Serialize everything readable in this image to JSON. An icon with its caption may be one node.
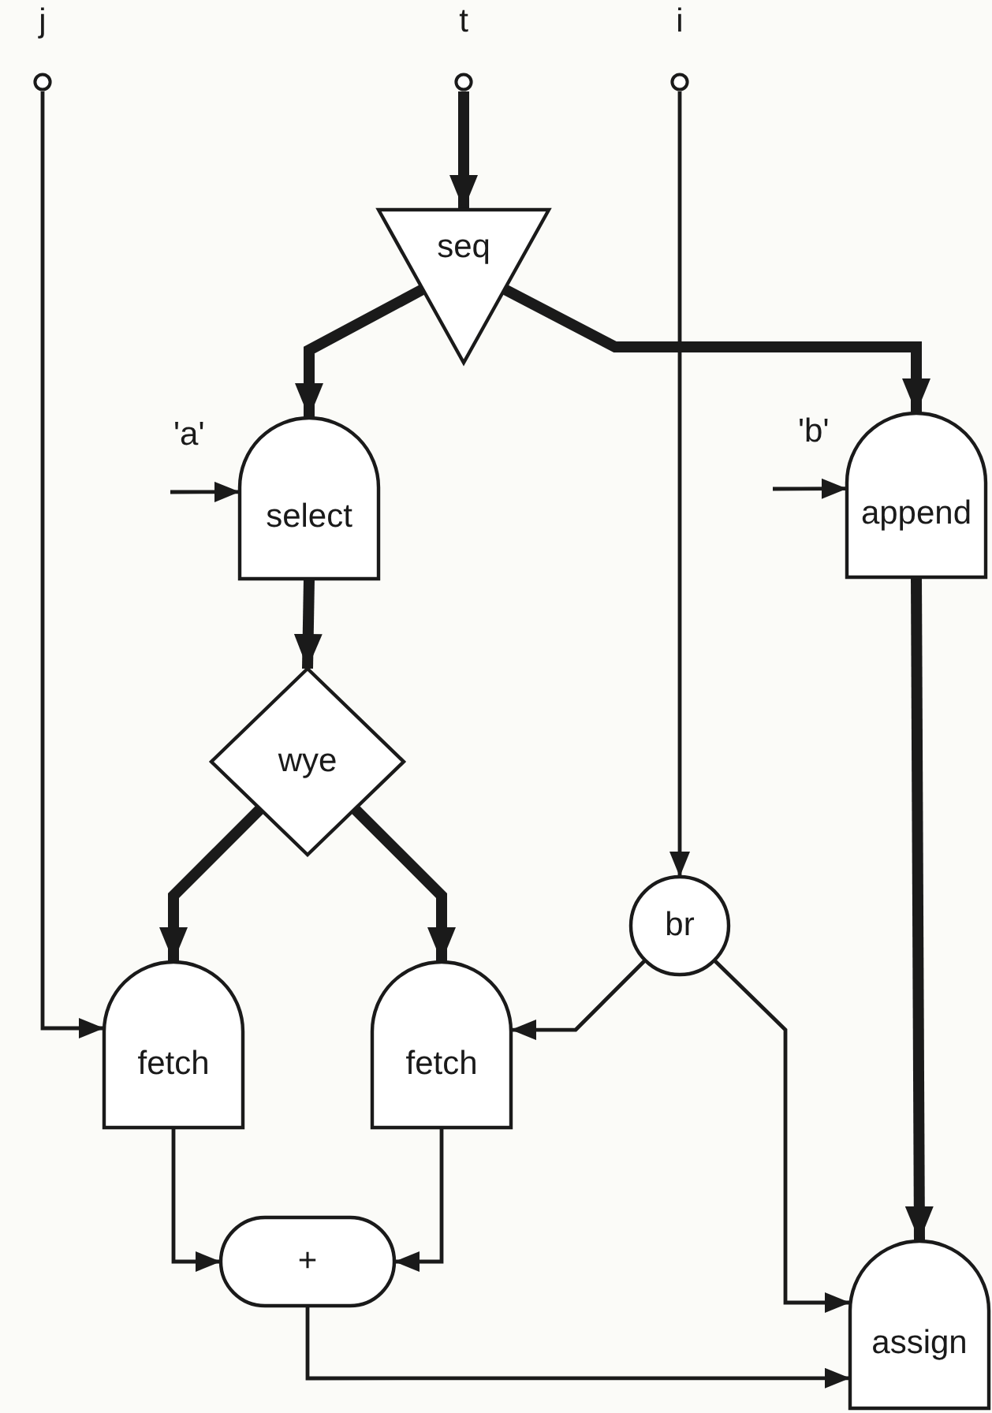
{
  "diagram": {
    "nodes": [
      {
        "text": [
          "j"
        ]
      },
      {
        "text": [
          "t"
        ]
      },
      {
        "text": [
          "i"
        ]
      },
      {
        "text": [
          "seq"
        ]
      },
      {
        "text": [
          "select"
        ]
      },
      {
        "text": [
          "append"
        ]
      },
      {
        "text": [
          "wye"
        ]
      },
      {
        "text": [
          "br"
        ]
      },
      {
        "text": [
          "fetch"
        ]
      },
      {
        "text": [
          "fetch"
        ]
      },
      {
        "text": [
          "+"
        ]
      },
      {
        "text": [
          "assign"
        ]
      }
    ],
    "edges": [
      {
        "from": 0,
        "to": 8,
        "arrow": "to"
      },
      {
        "from": 1,
        "to": 3,
        "arrow": "to",
        "style": "thick"
      },
      {
        "from": 2,
        "to": 7,
        "arrow": "to"
      },
      {
        "from": 3,
        "to": 4,
        "arrow": "to",
        "style": "thick"
      },
      {
        "from": 3,
        "to": 5,
        "arrow": "to",
        "style": "thick"
      },
      {
        "from": null,
        "to": 4,
        "arrow": "to"
      },
      {
        "from": null,
        "to": 5,
        "arrow": "to"
      },
      {
        "from": 4,
        "to": 6,
        "arrow": "to",
        "style": "thick"
      },
      {
        "from": 6,
        "to": 8,
        "arrow": "to",
        "style": "thick"
      },
      {
        "from": 6,
        "to": 9,
        "arrow": "to",
        "style": "thick"
      },
      {
        "from": 7,
        "to": 9,
        "arrow": "to"
      },
      {
        "from": 7,
        "to": 11,
        "arrow": "to"
      },
      {
        "from": 5,
        "to": 11,
        "arrow": "to",
        "style": "thick"
      },
      {
        "from": 8,
        "to": 10,
        "arrow": "to"
      },
      {
        "from": 9,
        "to": 10,
        "arrow": "to"
      },
      {
        "from": 10,
        "to": 11,
        "arrow": "to"
      }
    ],
    "labels": [
      "'a'",
      "'b'"
    ]
  }
}
